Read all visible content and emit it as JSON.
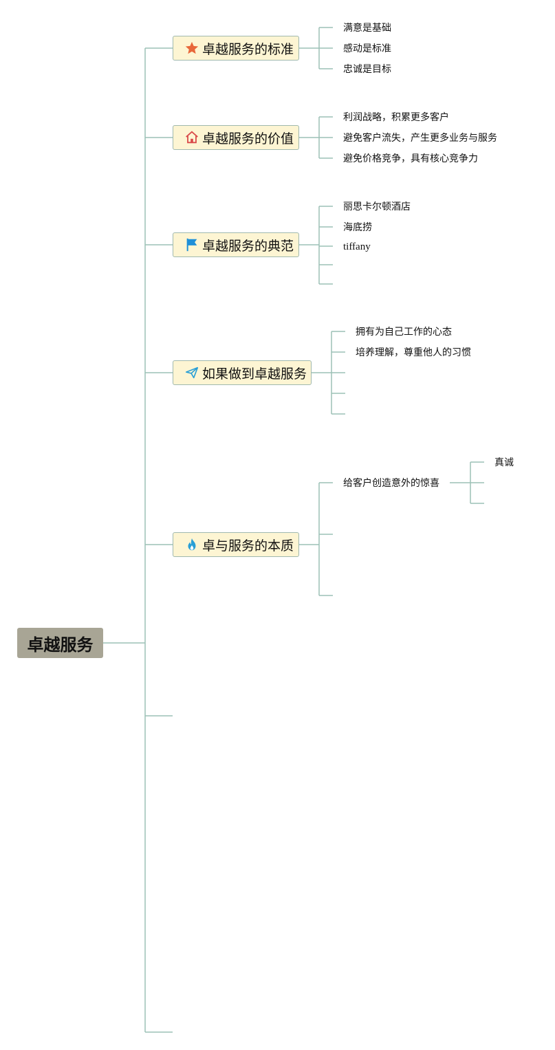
{
  "root": {
    "label": "卓越服务"
  },
  "colors": {
    "line": "#9cc1b5",
    "root_bg": "#a8a595",
    "branch_bg": "#fdf5d3",
    "branch_border": "#9fb8ae"
  },
  "branches": [
    {
      "label": "卓越服务的标准",
      "icon": "star-icon",
      "children": [
        "满意是基础",
        "感动是标准",
        "忠诚是目标"
      ]
    },
    {
      "label": "卓越服务的价值",
      "icon": "house-icon",
      "children": [
        "利润战略，积累更多客户",
        "避免客户流失，产生更多业务与服务",
        "避免价格竞争，具有核心竞争力"
      ]
    },
    {
      "label": "卓越服务的典范",
      "icon": "flag-icon",
      "children": [
        "丽思卡尔顿酒店",
        "海底捞",
        "tiffany"
      ]
    },
    {
      "label": "如果做到卓越服务",
      "icon": "paper-plane-icon",
      "children": [
        "拥有为自己工作的心态",
        "培养理解，尊重他人的习惯"
      ]
    },
    {
      "label": "卓与服务的本质",
      "icon": "flame-icon",
      "children": [
        "给客户创造意外的惊喜"
      ],
      "grandchildren": [
        "真诚"
      ]
    }
  ]
}
